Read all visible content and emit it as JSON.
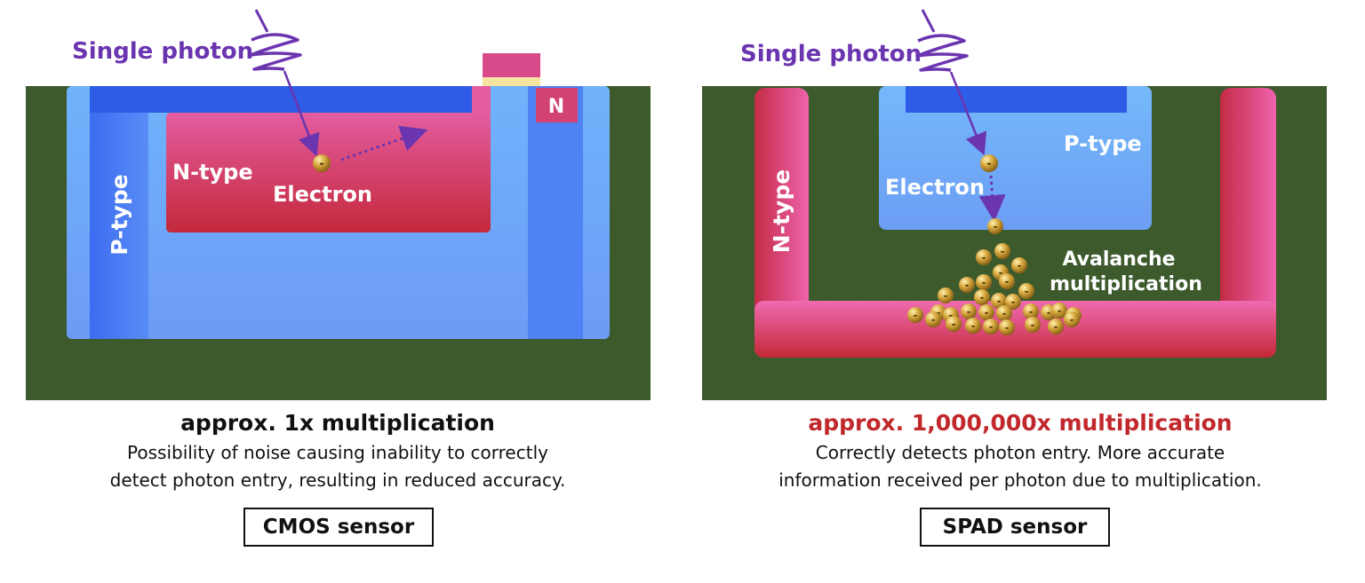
{
  "cmos": {
    "photon_label": "Single photon",
    "n_type_label": "N-type",
    "p_type_label": "P-type",
    "electron_label": "Electron",
    "n_contact_label": "N",
    "headline": "approx. 1x multiplication",
    "description_line1": "Possibility of noise causing inability to correctly",
    "description_line2": "detect photon entry, resulting in reduced accuracy.",
    "sensor_name": "CMOS sensor"
  },
  "spad": {
    "photon_label": "Single photon",
    "n_type_label": "N-type",
    "p_type_label": "P-type",
    "electron_label": "Electron",
    "avalanche_label_line1": "Avalanche",
    "avalanche_label_line2": "multiplication",
    "headline": "approx. 1,000,000x multiplication",
    "description_line1": "Correctly detects photon entry. More accurate",
    "description_line2": "information received per photon due to multiplication.",
    "sensor_name": "SPAD sensor"
  },
  "colors": {
    "substrate": "#3d5a2d",
    "p_region": "#6aa8f7",
    "n_region": "#e0508c",
    "photon_arrow": "#6b35b0",
    "headline_spad": "#c0282c",
    "electron": "#d4a53a"
  },
  "icons": [
    "photon-wave-icon",
    "electron-icon",
    "arrow-icon"
  ]
}
